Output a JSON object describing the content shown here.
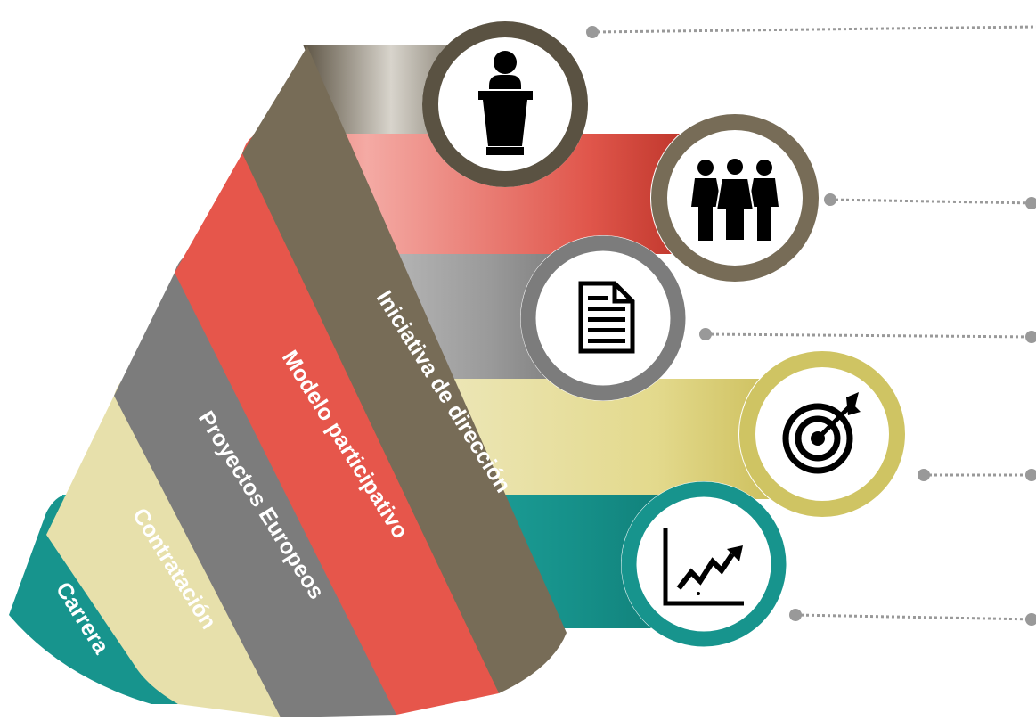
{
  "bands": [
    {
      "label": "Carrera",
      "color": "#17948d",
      "icon": "growth-chart-icon"
    },
    {
      "label": "Contratación",
      "color": "#e7e0ab",
      "icon": "target-icon"
    },
    {
      "label": "Proyectos Europeos",
      "color": "#7c7c7c",
      "icon": "document-icon"
    },
    {
      "label": "Modelo participativo",
      "color": "#e6564b",
      "icon": "team-icon"
    },
    {
      "label": "Iniciativa de dirección",
      "color": "#776c57",
      "icon": "speaker-podium-icon"
    }
  ],
  "colors": {
    "teal": "#17948d",
    "sand": "#e7e0ab",
    "grey": "#7c7c7c",
    "red": "#e6564b",
    "taupe": "#776c57",
    "dark_taupe": "#5a5242",
    "olive_ring": "#cfc463",
    "connector": "#999999"
  }
}
